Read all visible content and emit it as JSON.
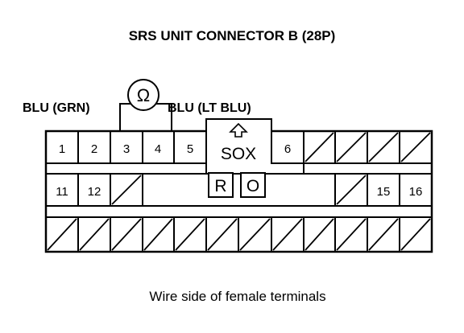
{
  "title": "SRS UNIT CONNECTOR B (28P)",
  "meter_symbol": "Ω",
  "wire_left": "BLU (GRN)",
  "wire_right": "BLU (LT BLU)",
  "top_row_pins": [
    "1",
    "2",
    "3",
    "4",
    "5",
    "6"
  ],
  "middle_row_pins": [
    "11",
    "12",
    "15",
    "16"
  ],
  "keyway_label": "SOX",
  "lock_labels": [
    "R",
    "O"
  ],
  "caption": "Wire side of female terminals"
}
